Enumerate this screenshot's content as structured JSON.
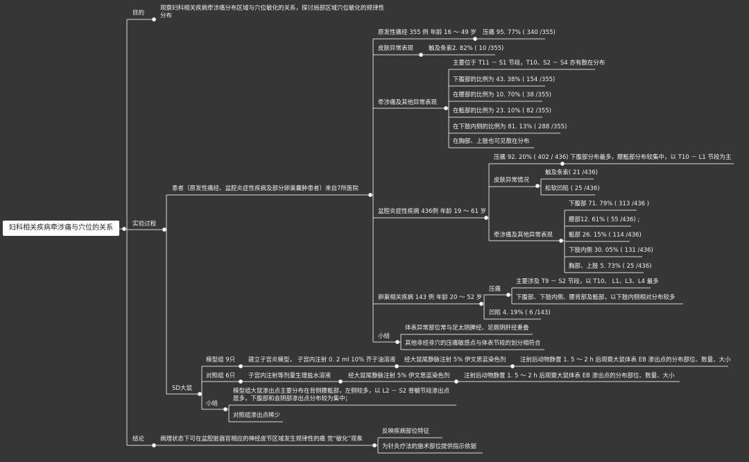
{
  "title": "妇科相关疾病牵涉痛与穴位的关系",
  "branches": {
    "purpose": {
      "label": "目的",
      "text": "观察妇科相关疾病牵涉痛分布区域与穴位敏化的关系，探讨局部区域穴位敏化的规律性分布"
    },
    "experiment": {
      "label": "实验过程",
      "patients": {
        "label": "患者（原发性痛经、盆腔炎症性疾病及部分卵巢囊肿患者）来自7所医院",
        "dysmenorrhea": {
          "label": "原发性痛经 355 例 年龄 16 ～ 49 岁",
          "tenderness": "压痛 95. 77% ( 340 /355)",
          "skin": "皮肤异常表现",
          "skin_value": "触及条索2. 82% ( 10 /355)",
          "referred": "牵涉痛及其他异常表现",
          "items": [
            "主要位于 T11 － S1 节段，T10、S2 － S4 亦有散在分布",
            "下腹部的比例为 43. 38% ( 154 /355)",
            "在腰部的比例为 10. 70% ( 38 /355)",
            "在骶部的比例为 23. 10% ( 82 /355)",
            "在下肢内侧的比例为 81. 13% ( 288 /355)",
            "在胸部、上肢也可见散在分布"
          ]
        },
        "pid": {
          "label": "盆腔炎症性疾病 436例 年龄 19 ～ 61 岁",
          "tenderness": "压痛 92. 20% ( 402 / 436)",
          "tenderness_detail": "下腹部分布最多，腰骶部分布较集中，以 T10 － L1 节段为主",
          "skin": "皮肤异常情况",
          "skin_items": [
            "触及条索( 21 /436)",
            "松软凹陷 ( 25 /436)"
          ],
          "referred": "牵涉痛及其他异常表现",
          "items": [
            "下腹部 71. 79% ( 313 /436 )",
            "腰部12. 61% ( 55 /436) ;",
            "骶部 26. 15% ( 114 /436)",
            "下肢内侧 30. 05% ( 131 /436)",
            "胸部、上肢 5. 73% ( 25 /436)"
          ]
        },
        "ovary": {
          "label": "卵巢相关疾病 143 例 年龄 20 ～ 52 岁",
          "tenderness": "压痛",
          "tenderness_items": [
            "主要涉及 T9 － S2 节段，以 T10、 L1、L3、L4 最多",
            "下腹部、下肢内侧、腰背部及骶部，以下肢内侧相对分布较多"
          ],
          "depression": "凹陷 4. 19% ( 6 /143)"
        },
        "summary": {
          "label": "小结",
          "items": [
            "体表异常部位常与足太阴脾经、足厥阴肝经重叠",
            "其他非经非穴的压痛敏感点与体表节段的划分相符合"
          ]
        }
      },
      "rats": {
        "label": "SD大鼠",
        "model": {
          "label": "模型组 9只",
          "steps": [
            "建立子宫炎模型， 子宫内注射 0. 2 ml 10% 芥子油溶液",
            "经大鼠尾静脉注射 5% 伊文思蓝染色剂",
            "注射后动物静置 1. 5 ～ 2 h 后观察大鼠体表 EB 渗出点的分布部位、数量、大小"
          ]
        },
        "control": {
          "label": "对照组 6只",
          "steps": [
            "子宫内注射等剂量生理盐水溶液",
            "经大鼠尾静脉注射 5% 伊文思蓝染色剂",
            "注射后动物静置 1. 5 ～ 2 h 后观察大鼠体表 EB 渗出点的分布部位、数量、大小"
          ]
        },
        "summary": {
          "label": "小结",
          "items": [
            "模型组大鼠渗出点主要分布在背侧腰骶部，左侧较多，以 L2 － S2 脊髓节段渗出点居多，下腹部和会阴部渗出点分布较为集中；",
            "对照组渗出点稀少"
          ]
        }
      }
    },
    "conclusion": {
      "label": "结论",
      "text": "病理状态下可在盆腔脏器官相应的神经皮节区域发生规律性的痛 觉“敏化”现象",
      "items": [
        "反映疾病部位特征",
        "为针灸疗法的施术部位提供指示依据"
      ]
    }
  }
}
